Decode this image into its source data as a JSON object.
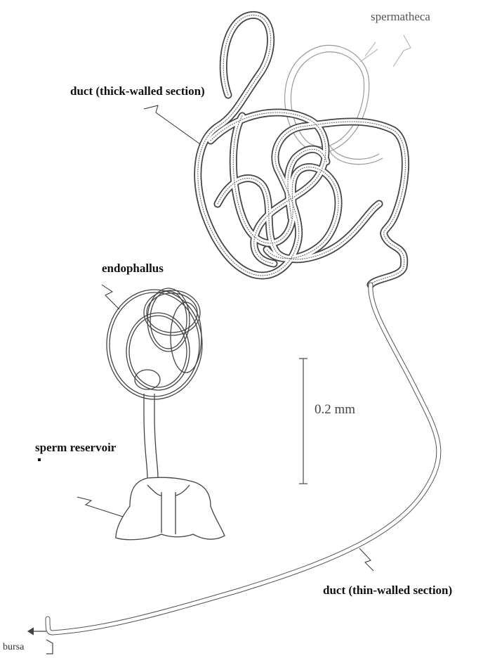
{
  "labels": {
    "spermatheca": "spermatheca",
    "duct_thick": "duct (thick-walled section)",
    "endophallus": "endophallus",
    "sperm_reservoir": "sperm reservoir",
    "scale": "0.2 mm",
    "duct_thin": "duct (thin-walled section)",
    "bursa": "bursa"
  },
  "colors": {
    "ink": "#222222",
    "light_ink": "#888888",
    "stipple": "#555555"
  }
}
